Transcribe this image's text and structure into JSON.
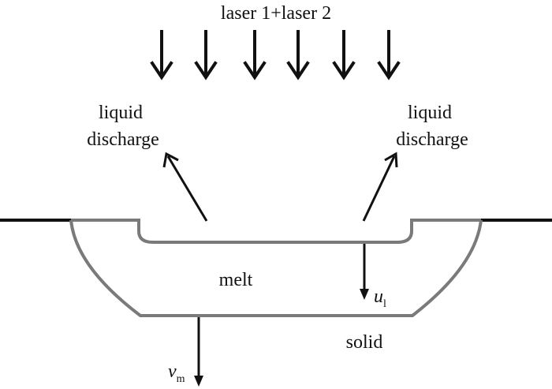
{
  "title": "laser 1+laser 2",
  "labels": {
    "discharge_left": [
      "liquid",
      "discharge"
    ],
    "discharge_right": [
      "liquid",
      "discharge"
    ],
    "melt": "melt",
    "solid": "solid",
    "velocity_melt_var": "u",
    "velocity_melt_sub": "l",
    "velocity_solid_var": "v",
    "velocity_solid_sub": "m"
  },
  "colors": {
    "ink": "#111111",
    "boundary": "#7a7a7a",
    "surface": "#111111"
  }
}
